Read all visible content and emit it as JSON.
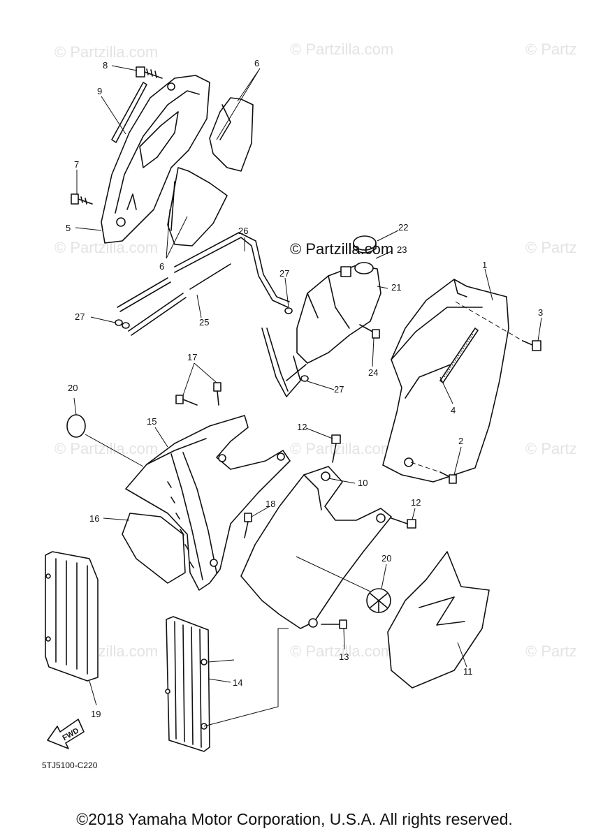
{
  "watermarks": [
    "© Partzilla.com",
    "© Partzilla.com",
    "© Partz",
    "© Partzilla.com",
    "© Partz",
    "© Partzilla.com",
    "© Partzilla.com",
    "© Partz",
    "© Partzilla.com",
    "© Partzilla.com",
    "© Partz"
  ],
  "main_watermark": "© Partzilla.com",
  "labels": [
    "1",
    "2",
    "3",
    "4",
    "5",
    "6",
    "6",
    "7",
    "8",
    "9",
    "10",
    "11",
    "12",
    "12",
    "13",
    "14",
    "15",
    "16",
    "17",
    "18",
    "19",
    "20",
    "20",
    "21",
    "22",
    "23",
    "24",
    "25",
    "26",
    "27",
    "27",
    "27"
  ],
  "diagram_code": "5TJ5100-C220",
  "fwd_label": "FWD",
  "copyright": "©2018 Yamaha Motor Corporation, U.S.A. All rights reserved."
}
